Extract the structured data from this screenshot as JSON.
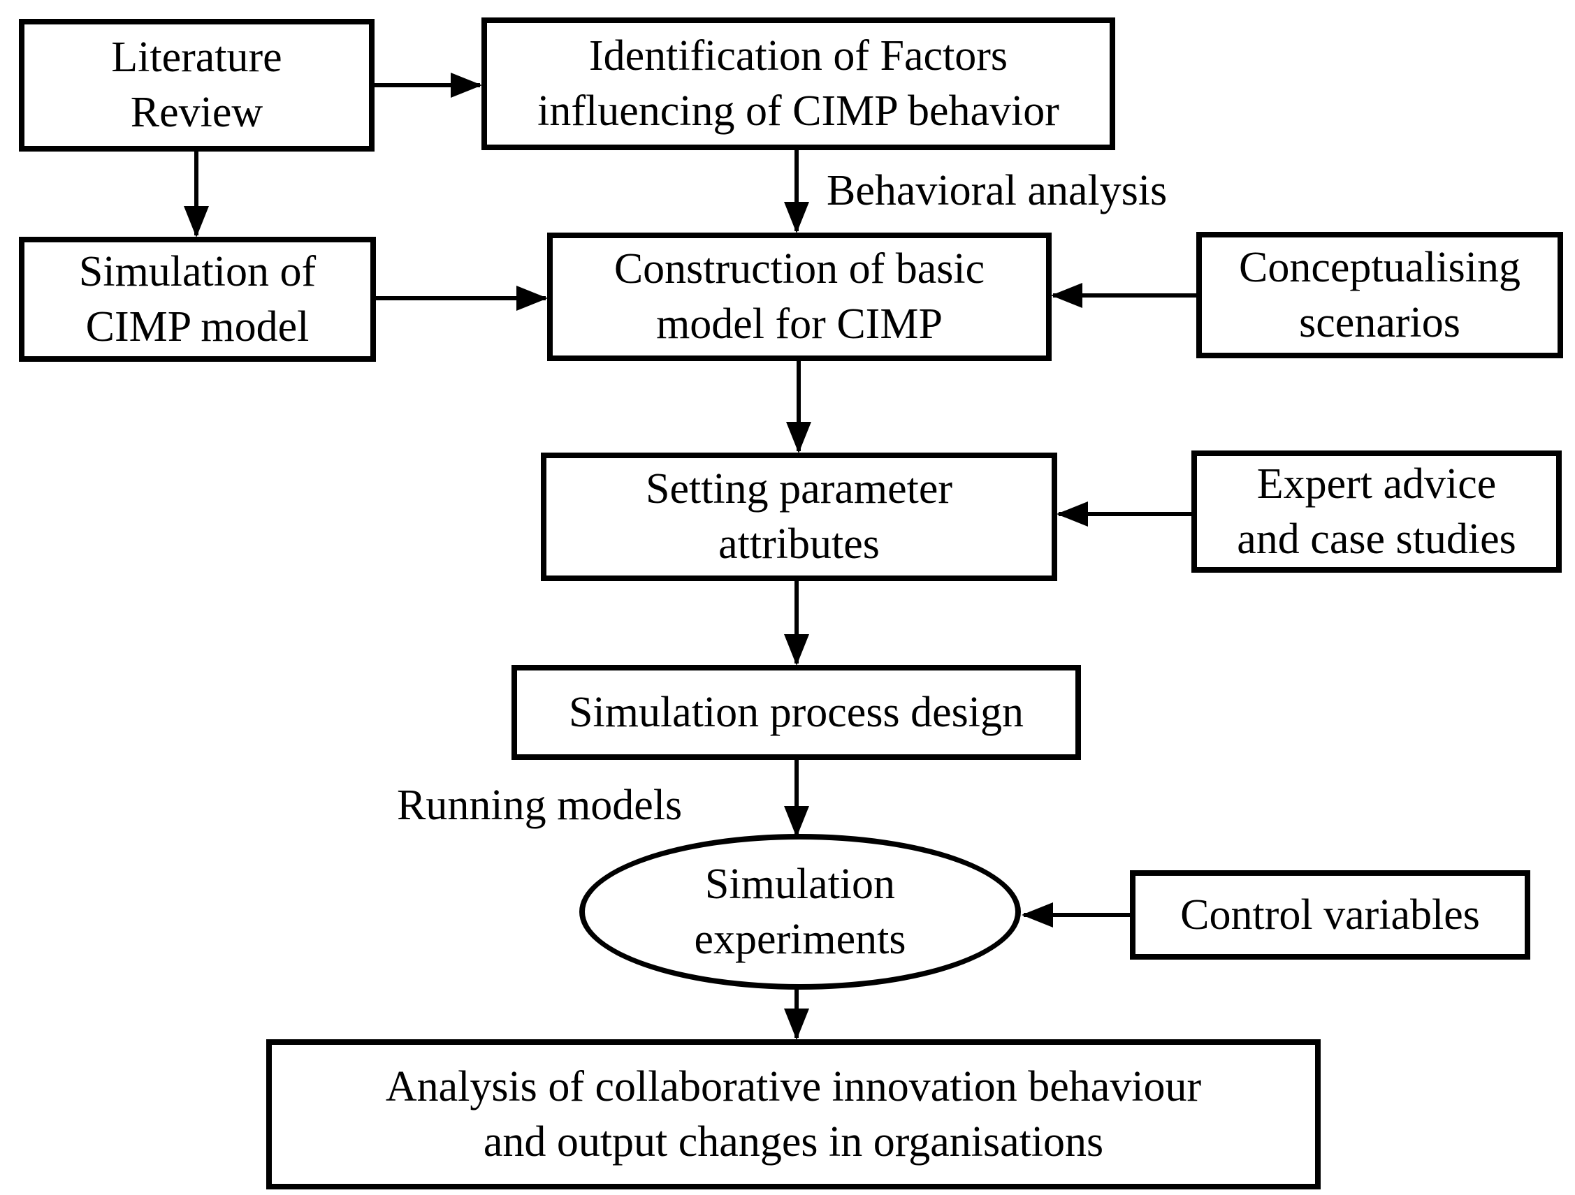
{
  "diagram": {
    "colors": {
      "background": "#ffffff",
      "stroke": "#000000",
      "text": "#000000"
    },
    "nodes": {
      "literature_review": {
        "lines": [
          "Literature",
          "Review"
        ]
      },
      "identification_factors": {
        "lines": [
          "Identification of Factors",
          "influencing of CIMP behavior"
        ]
      },
      "simulation_cimp_model": {
        "lines": [
          "Simulation of",
          "CIMP model"
        ]
      },
      "construction_basic_model": {
        "lines": [
          "Construction of basic",
          "model for CIMP"
        ]
      },
      "conceptualising_scenarios": {
        "lines": [
          "Conceptualising",
          "scenarios"
        ]
      },
      "setting_parameter_attributes": {
        "lines": [
          "Setting parameter",
          "attributes"
        ]
      },
      "expert_advice": {
        "lines": [
          "Expert advice",
          "and case studies"
        ]
      },
      "simulation_process_design": {
        "lines": [
          "Simulation process design"
        ]
      },
      "simulation_experiments": {
        "lines": [
          "Simulation",
          "experiments"
        ]
      },
      "control_variables": {
        "lines": [
          "Control variables"
        ]
      },
      "analysis_output": {
        "lines": [
          "Analysis of collaborative innovation behaviour",
          "and output changes in organisations"
        ]
      }
    },
    "edge_labels": {
      "behavioral_analysis": "Behavioral analysis",
      "running_models": "Running models"
    }
  }
}
